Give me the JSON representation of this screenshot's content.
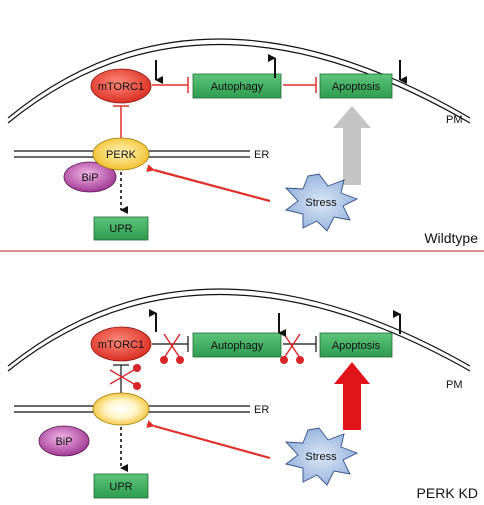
{
  "colors": {
    "inhibit_red": "#e0302a",
    "box_green": "#34a85a",
    "mtorc_red": "#e23b2e",
    "perk_yellow": "#f3c21c",
    "bip_purple": "#a93f99",
    "stress_blue": "#9cb6dc",
    "divider": "#b71c1c",
    "gray_arrow": "#c4c4c4",
    "scissor_red": "#d7262a"
  },
  "wildtype": {
    "mtorc1": "mTORC1",
    "autophagy": "Autophagy",
    "apoptosis": "Apoptosis",
    "perk": "PERK",
    "bip": "BiP",
    "upr": "UPR",
    "stress": "Stress",
    "er": "ER",
    "pm": "PM",
    "panel_label": "Wildtype",
    "mtorc1_change": "down",
    "autophagy_change": "up",
    "apoptosis_change": "down"
  },
  "perk_kd": {
    "mtorc1": "mTORC1",
    "autophagy": "Autophagy",
    "apoptosis": "Apoptosis",
    "perk": "",
    "bip": "BiP",
    "upr": "UPR",
    "stress": "Stress",
    "er": "ER",
    "pm": "PM",
    "panel_label": "PERK KD",
    "mtorc1_change": "up",
    "autophagy_change": "down",
    "apoptosis_change": "up"
  }
}
